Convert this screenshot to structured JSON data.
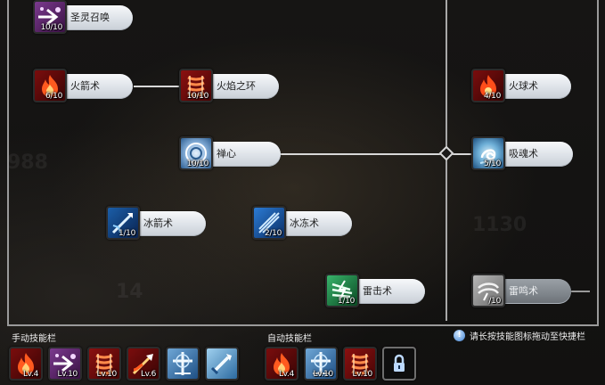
{
  "skills": [
    {
      "id": "holy-summon",
      "name": "圣灵召唤",
      "level": "10/10",
      "theme": "purple",
      "icon": "summon-icon",
      "locked": false
    },
    {
      "id": "fire-arrow",
      "name": "火箭术",
      "level": "6/10",
      "theme": "fire",
      "icon": "flame-icon",
      "locked": false
    },
    {
      "id": "flame-ring",
      "name": "火焰之环",
      "level": "10/10",
      "theme": "fire2",
      "icon": "flame-ring-icon",
      "locked": false
    },
    {
      "id": "fireball",
      "name": "火球术",
      "level": "4/10",
      "theme": "fire",
      "icon": "fireball-icon",
      "locked": false
    },
    {
      "id": "divine-heart",
      "name": "禅心",
      "level": "10/10",
      "theme": "orb",
      "icon": "aura-icon",
      "locked": false
    },
    {
      "id": "soul-absorb",
      "name": "吸魂术",
      "level": "5/10",
      "theme": "orb2",
      "icon": "soul-icon",
      "locked": false
    },
    {
      "id": "ice-arrow",
      "name": "冰箭术",
      "level": "1/10",
      "theme": "ice",
      "icon": "ice-arrow-icon",
      "locked": false
    },
    {
      "id": "frost",
      "name": "冰冻术",
      "level": "2/10",
      "theme": "ice2",
      "icon": "frost-icon",
      "locked": false
    },
    {
      "id": "thunder",
      "name": "雷击术",
      "level": "1/10",
      "theme": "green",
      "icon": "thunder-icon",
      "locked": false
    },
    {
      "id": "storm",
      "name": "雷鸣术",
      "level": "/10",
      "theme": "gray",
      "icon": "storm-icon",
      "locked": true
    }
  ],
  "manual_bar": {
    "title": "手动技能栏",
    "slots": [
      {
        "theme": "fire",
        "icon": "flame-icon",
        "level": "Lv.4"
      },
      {
        "theme": "purple",
        "icon": "summon-icon",
        "level": "Lv.10"
      },
      {
        "theme": "fire2",
        "icon": "flame-ring-icon",
        "level": "Lv.10"
      },
      {
        "theme": "fire",
        "icon": "fire-arrow-icon",
        "level": "Lv.6"
      },
      {
        "theme": "shield",
        "icon": "holy-shield-icon",
        "level": ""
      },
      {
        "theme": "sword",
        "icon": "sword-icon",
        "level": ""
      }
    ]
  },
  "auto_bar": {
    "title": "自动技能栏",
    "slots": [
      {
        "theme": "fire",
        "icon": "flame-icon",
        "level": "Lv.4"
      },
      {
        "theme": "shield",
        "icon": "holy-shield-icon",
        "level": "Lv.10"
      },
      {
        "theme": "fire2",
        "icon": "flame-ring-icon",
        "level": "Lv.10"
      },
      {
        "theme": "lockbg",
        "icon": "lock-icon",
        "level": ""
      }
    ]
  },
  "hint": {
    "icon": "info-icon",
    "text": "请长按技能图标拖动至快捷栏"
  },
  "colors": {
    "pill": "#e4e8ec",
    "locked_pill": "#848a90",
    "connector": "#d8d8d8",
    "background": "#141312"
  }
}
